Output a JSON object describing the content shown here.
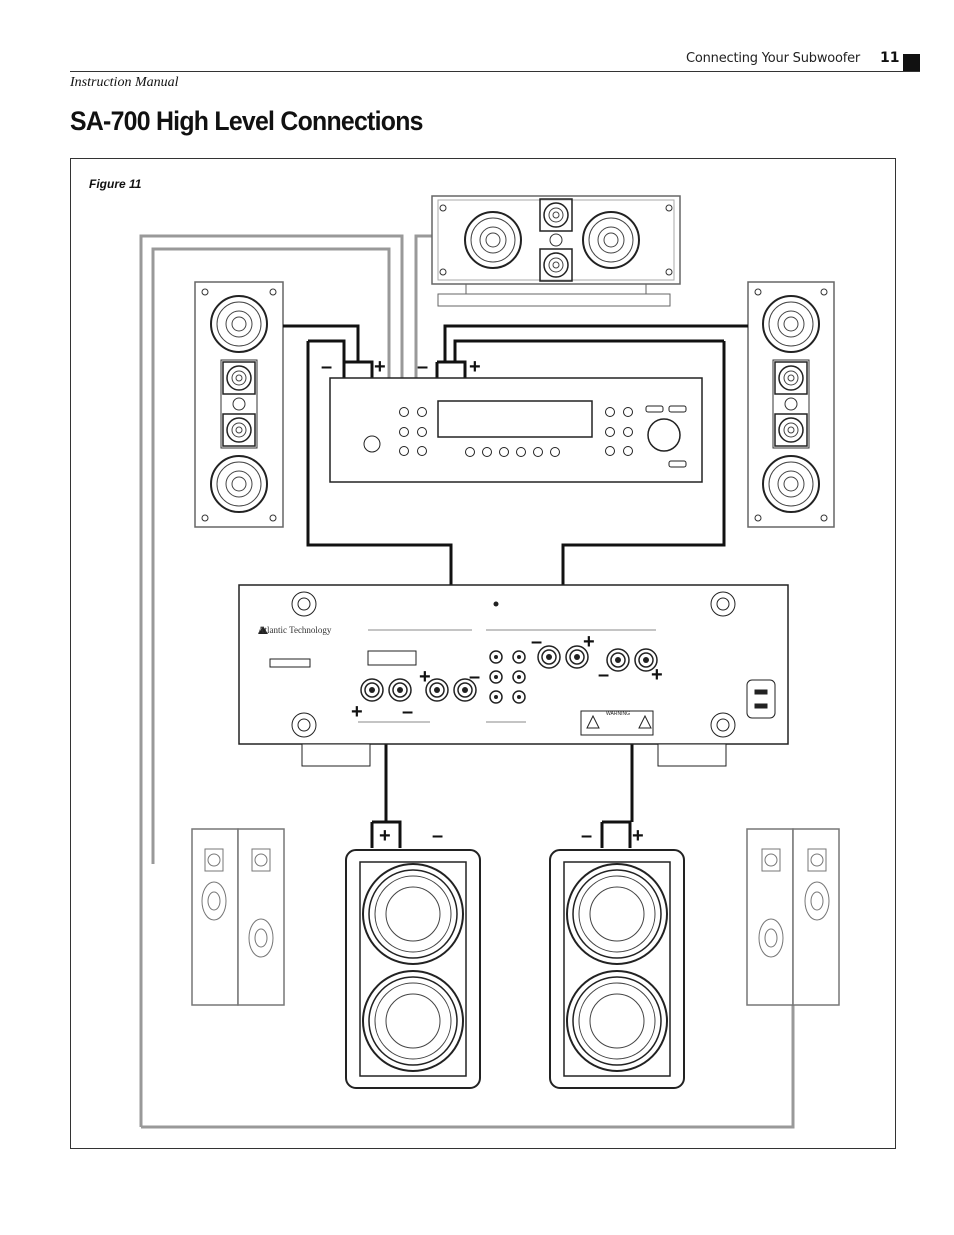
{
  "header": {
    "section": "Connecting Your Subwoofer",
    "page_number": "11",
    "manual": "Instruction Manual"
  },
  "title": "SA-700 High Level Connections",
  "figure": {
    "label": "Figure 11",
    "brand": "Atlantic Technology",
    "warning": "WARNING",
    "polarity": {
      "minus": "–",
      "plus": "+"
    }
  }
}
